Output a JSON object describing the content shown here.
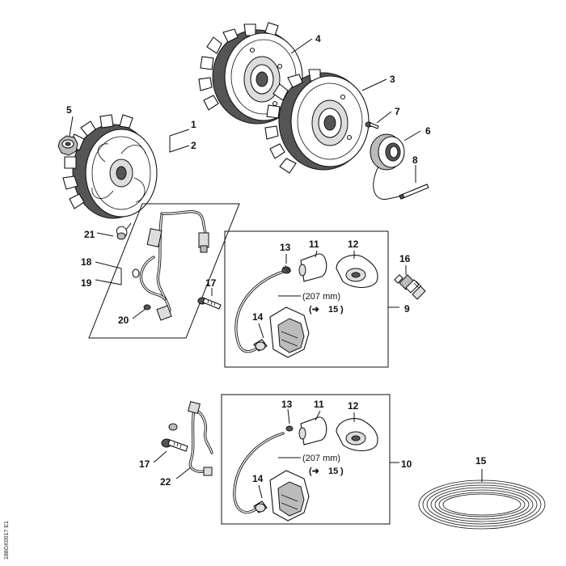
{
  "labels": {
    "p1": "1",
    "p2": "2",
    "p3": "3",
    "p4": "4",
    "p5": "5",
    "p6": "6",
    "p7": "7",
    "p8": "8",
    "p9": "9",
    "p10": "10",
    "p11a": "11",
    "p11b": "11",
    "p12a": "12",
    "p12b": "12",
    "p13a": "13",
    "p13b": "13",
    "p14a": "14",
    "p14b": "14",
    "p15": "15",
    "p16": "16",
    "p17a": "17",
    "p17b": "17",
    "p18": "18",
    "p19": "19",
    "p20": "20",
    "p21": "21",
    "p22": "22"
  },
  "measurements": {
    "upper_length": "(207 mm)",
    "upper_ref": "15",
    "lower_length": "(207 mm)",
    "lower_ref": "15"
  },
  "drawing_code": "188GK0017 E1",
  "colors": {
    "line": "#111111",
    "background": "#ffffff"
  }
}
